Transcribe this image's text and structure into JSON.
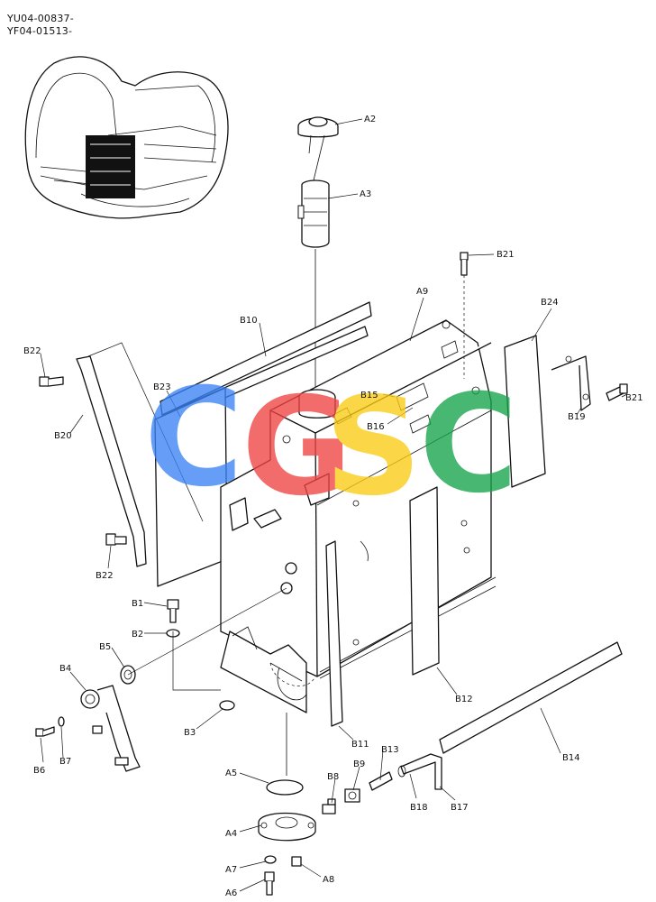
{
  "header": {
    "line1": "YU04-00837-",
    "line2": "YF04-01513-"
  },
  "watermark": {
    "letters": [
      "C",
      "G",
      "S",
      "C"
    ],
    "colors": [
      "#3b82f6",
      "#ef4444",
      "#facc15",
      "#16a34a"
    ]
  },
  "labels": {
    "A2": "A2",
    "A3": "A3",
    "A4": "A4",
    "A5": "A5",
    "A6": "A6",
    "A7": "A7",
    "A8": "A8",
    "A9": "A9",
    "B1": "B1",
    "B2": "B2",
    "B3": "B3",
    "B4": "B4",
    "B5": "B5",
    "B6": "B6",
    "B7": "B7",
    "B8": "B8",
    "B9": "B9",
    "B10": "B10",
    "B11": "B11",
    "B12": "B12",
    "B13": "B13",
    "B14": "B14",
    "B15": "B15",
    "B16": "B16",
    "B17": "B17",
    "B18": "B18",
    "B19": "B19",
    "B20": "B20",
    "B21_top": "B21",
    "B21_right": "B21",
    "B22_top": "B22",
    "B22_bottom": "B22",
    "B23": "B23",
    "B24": "B24"
  }
}
